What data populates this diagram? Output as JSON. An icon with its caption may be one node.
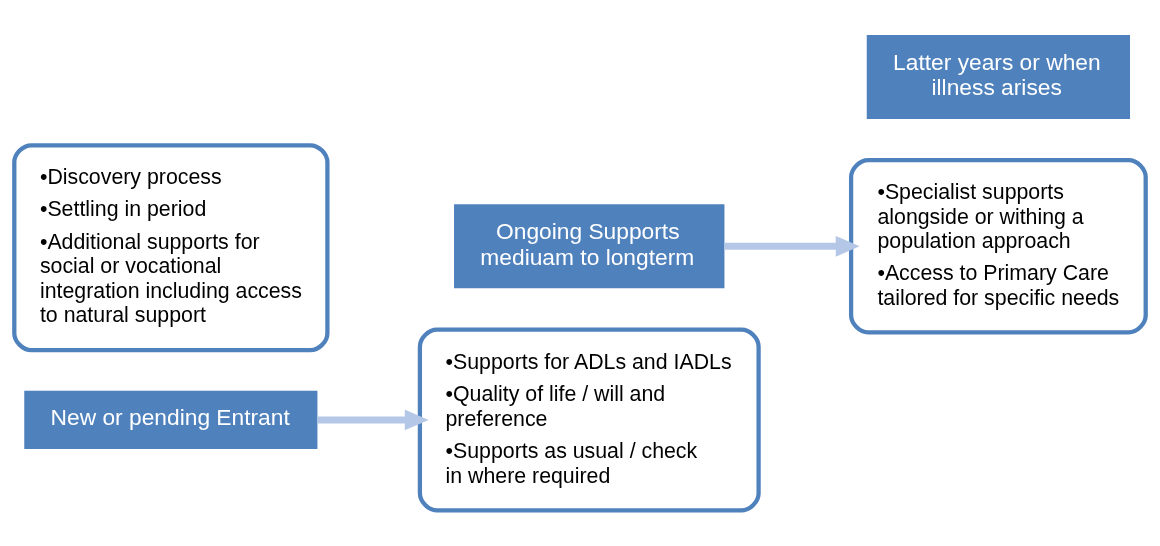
{
  "diagram": {
    "nodes": [
      {
        "text": [
          "•Discovery process",
          "•Settling in period",
          "•Additional supports for social or vocational integration including access to natural support"
        ]
      },
      {
        "text": [
          "New or pending Entrant"
        ]
      },
      {
        "text": [
          "•Supports for ADLs and IADLs",
          "•Quality of life / will and preference",
          "•Supports as usual / check in where required"
        ]
      },
      {
        "text": [
          "Ongoing Supports mediuam to longterm"
        ]
      },
      {
        "text": [
          "•Specialist supports alongside or withing a population approach",
          "•Access to Primary Care tailored for specific needs"
        ]
      },
      {
        "text": [
          "Latter years or when illness arises"
        ]
      }
    ],
    "edges": [
      {
        "from": 1,
        "to": 2,
        "arrow": "to"
      },
      {
        "from": 3,
        "to": 4,
        "arrow": "to"
      }
    ]
  }
}
